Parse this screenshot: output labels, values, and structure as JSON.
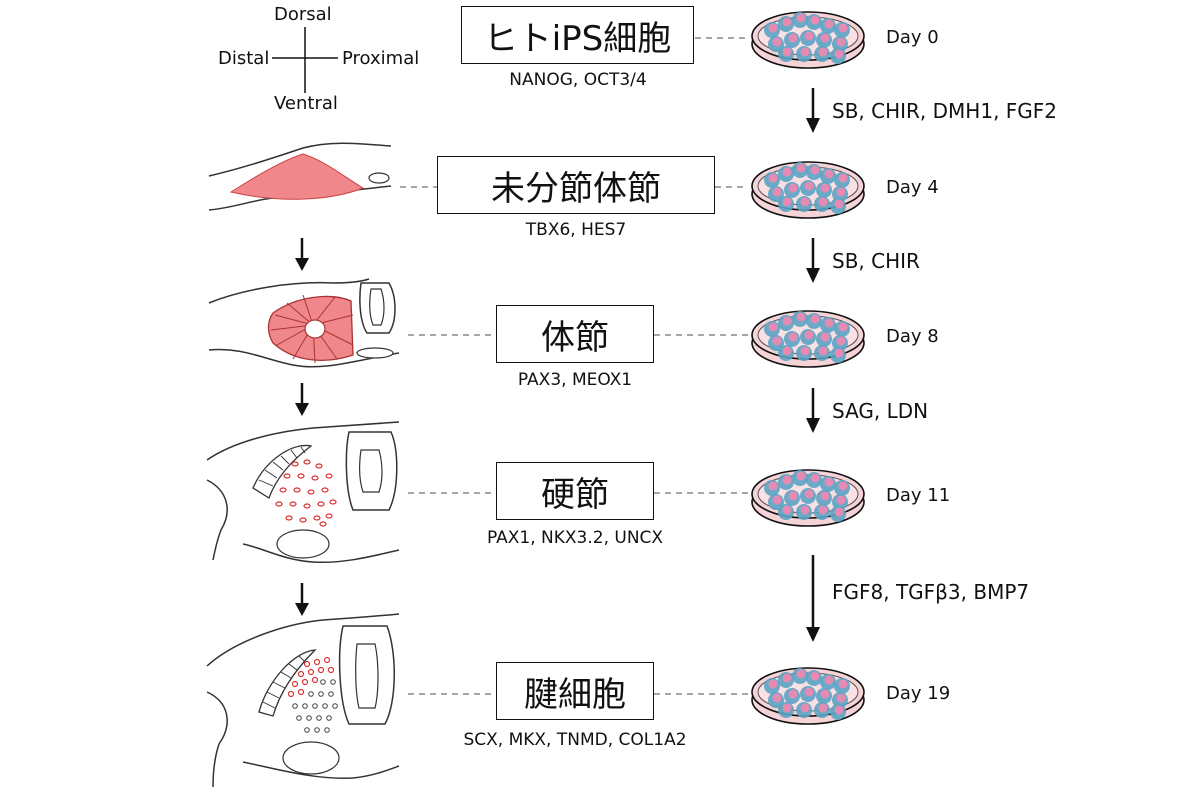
{
  "orientation": {
    "dorsal": "Dorsal",
    "ventral": "Ventral",
    "distal": "Distal",
    "proximal": "Proximal"
  },
  "stages": [
    {
      "name": "ヒトiPS細胞",
      "markers": "NANOG, OCT3/4",
      "day": "Day 0"
    },
    {
      "name": "未分節体節",
      "markers": "TBX6, HES7",
      "day": "Day 4"
    },
    {
      "name": "体節",
      "markers": "PAX3, MEOX1",
      "day": "Day 8"
    },
    {
      "name": "硬節",
      "markers": "PAX1, NKX3.2, UNCX",
      "day": "Day 11"
    },
    {
      "name": "腱細胞",
      "markers": "SCX, MKX, TNMD, COL1A2",
      "day": "Day 19"
    }
  ],
  "factors": [
    "SB, CHIR, DMH1, FGF2",
    "SB, CHIR",
    "SAG, LDN",
    "FGF8, TGFβ3, BMP7"
  ],
  "colors": {
    "tissue_red": "#f0888b",
    "dish_pink": "#f6d3d6",
    "cell_blue": "#5aa4c4",
    "cell_pink": "#e58bb3"
  }
}
